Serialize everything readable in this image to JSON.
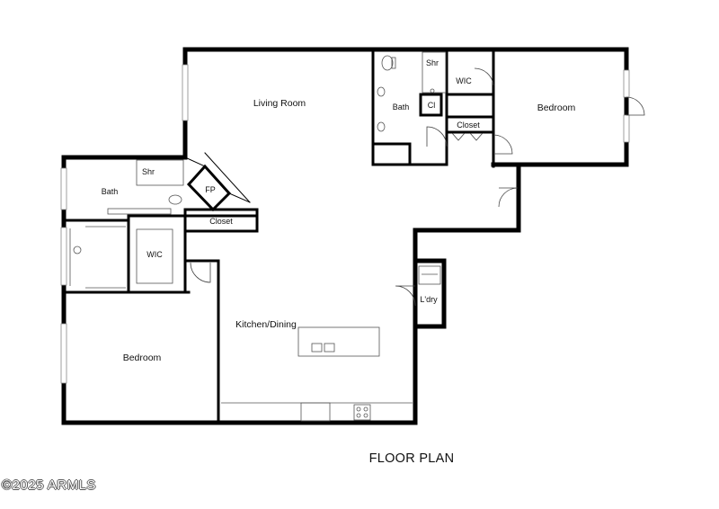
{
  "rooms": {
    "living_room": "Living Room",
    "bath_center": "Bath",
    "shower_center": "Shr",
    "closet_small": "Cl",
    "wic_right": "WIC",
    "closet_right": "Closet",
    "bedroom_right": "Bedroom",
    "bath_left": "Bath",
    "shower_left": "Shr",
    "fireplace": "FP",
    "closet_left": "Closet",
    "wic_left": "WIC",
    "kitchen_dining": "Kitchen/Dining",
    "laundry": "L'dry",
    "bedroom_left": "Bedroom"
  },
  "title": "FLOOR PLAN",
  "copyright": "©2025 ARMLS"
}
